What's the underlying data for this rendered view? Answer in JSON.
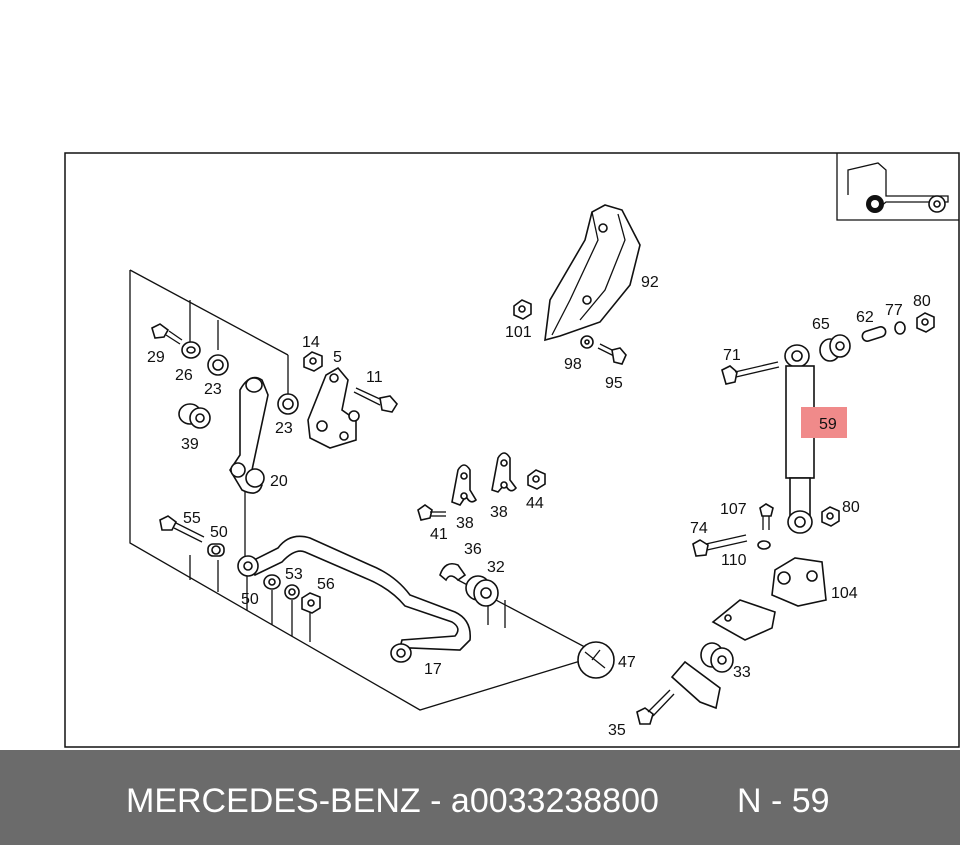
{
  "diagram": {
    "labels": {
      "p29": "29",
      "p26": "26",
      "p23a": "23",
      "p23b": "23",
      "p39": "39",
      "p14": "14",
      "p5": "5",
      "p11": "11",
      "p20": "20",
      "p55": "55",
      "p50a": "50",
      "p50b": "50",
      "p53": "53",
      "p56": "56",
      "p17": "17",
      "p101": "101",
      "p92": "92",
      "p98": "98",
      "p95": "95",
      "p41": "41",
      "p38a": "38",
      "p38b": "38",
      "p44": "44",
      "p36": "36",
      "p32": "32",
      "p47": "47",
      "p71": "71",
      "p65": "65",
      "p62": "62",
      "p77": "77",
      "p80a": "80",
      "p107": "107",
      "p80b": "80",
      "p74": "74",
      "p110": "110",
      "p104": "104",
      "p33": "33",
      "p35": "35"
    },
    "highlight_label": "59",
    "highlight_color": "#f08a8a"
  },
  "footer": {
    "brand_part": "MERCEDES-BENZ - a0033238800",
    "page_ref": "N - 59",
    "background": "#6b6b6b"
  }
}
